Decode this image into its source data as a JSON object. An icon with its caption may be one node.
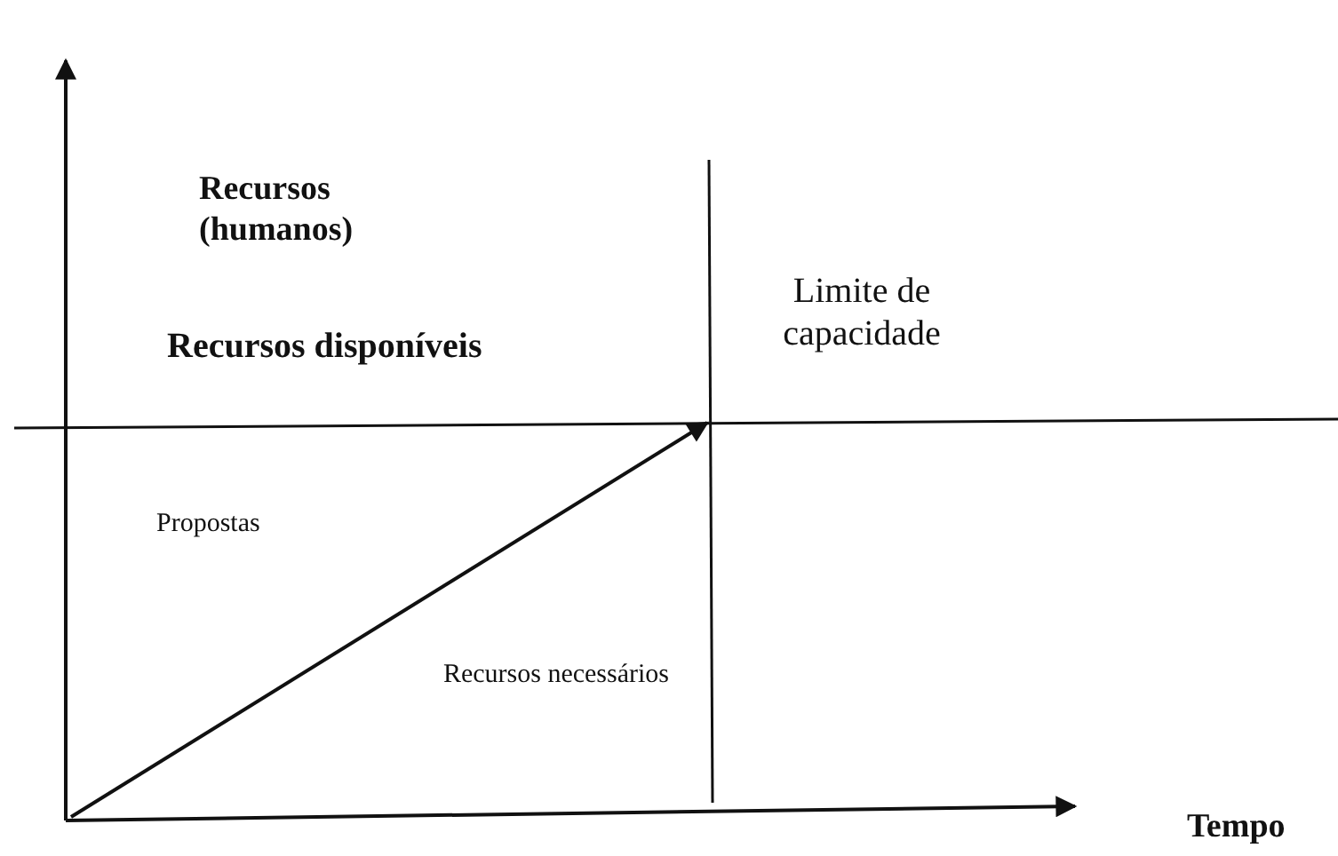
{
  "diagram": {
    "labels": [
      "Recursos (humanos)",
      "Limite de capacidade",
      "Recursos disponíveis",
      "Propostas",
      "Recursos necessários",
      "Tempo"
    ]
  }
}
